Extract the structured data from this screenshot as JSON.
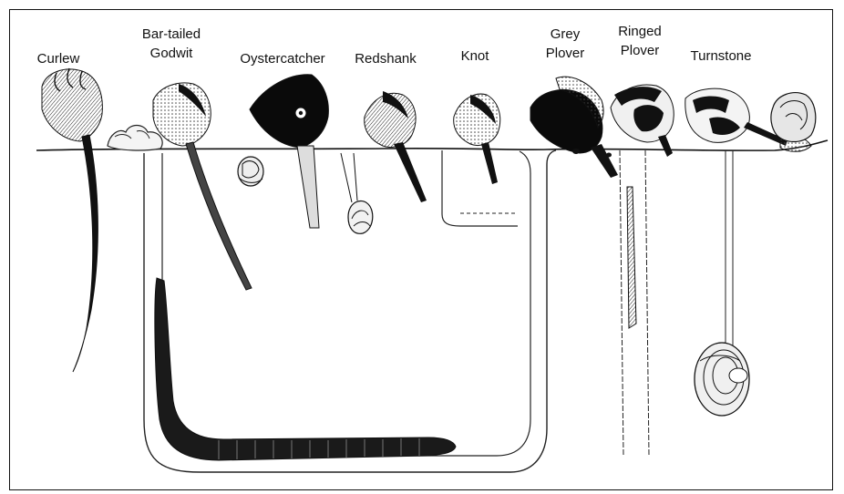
{
  "labels": {
    "curlew": "Curlew",
    "bar_tailed_godwit": [
      "Bar-tailed",
      "Godwit"
    ],
    "oystercatcher": "Oystercatcher",
    "redshank": "Redshank",
    "knot": "Knot",
    "grey_plover": [
      "Grey",
      "Plover"
    ],
    "ringed_plover": [
      "Ringed",
      "Plover"
    ],
    "turnstone": "Turnstone"
  }
}
